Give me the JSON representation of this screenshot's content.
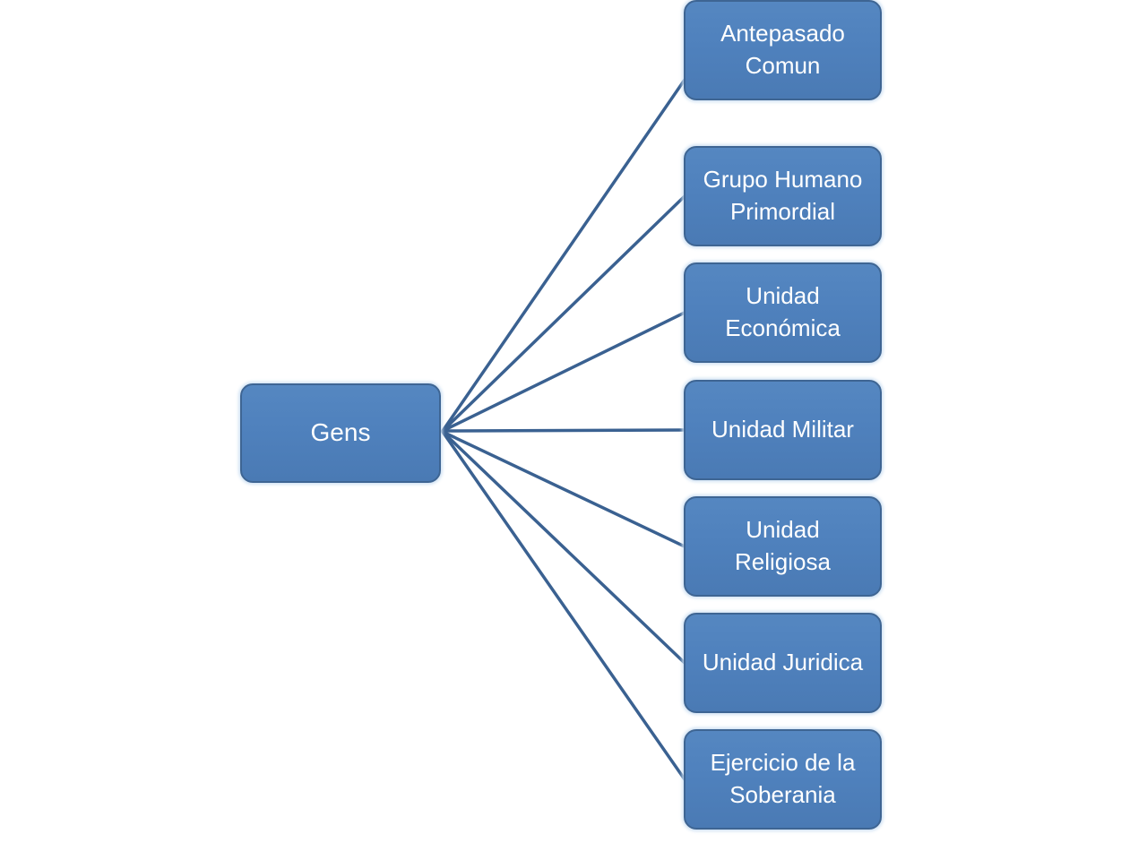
{
  "diagram": {
    "type": "radial-fan",
    "root": {
      "label": "Gens"
    },
    "children": [
      {
        "label": "Grupo Humano\nPrimordial"
      },
      {
        "label": "Unidad\nEconómica"
      },
      {
        "label": "Unidad Militar"
      },
      {
        "label": "Unidad\nReligiosa"
      },
      {
        "label": "Unidad Juridica"
      },
      {
        "label": "Ejercicio de la\nSoberania"
      },
      {
        "label": "Antepasado\nComun"
      }
    ],
    "edges": [
      {
        "from": "Gens",
        "to": "Grupo Humano Primordial"
      },
      {
        "from": "Gens",
        "to": "Unidad Económica"
      },
      {
        "from": "Gens",
        "to": "Unidad Militar"
      },
      {
        "from": "Gens",
        "to": "Unidad Religiosa"
      },
      {
        "from": "Gens",
        "to": "Unidad Juridica"
      },
      {
        "from": "Gens",
        "to": "Ejercicio de la Soberania"
      },
      {
        "from": "Gens",
        "to": "Antepasado Comun"
      }
    ],
    "colors": {
      "background": "#ffffff",
      "box_fill": "#4f81bd",
      "box_border": "#3e6593",
      "connector": "#3a6191",
      "text": "#ffffff"
    }
  }
}
